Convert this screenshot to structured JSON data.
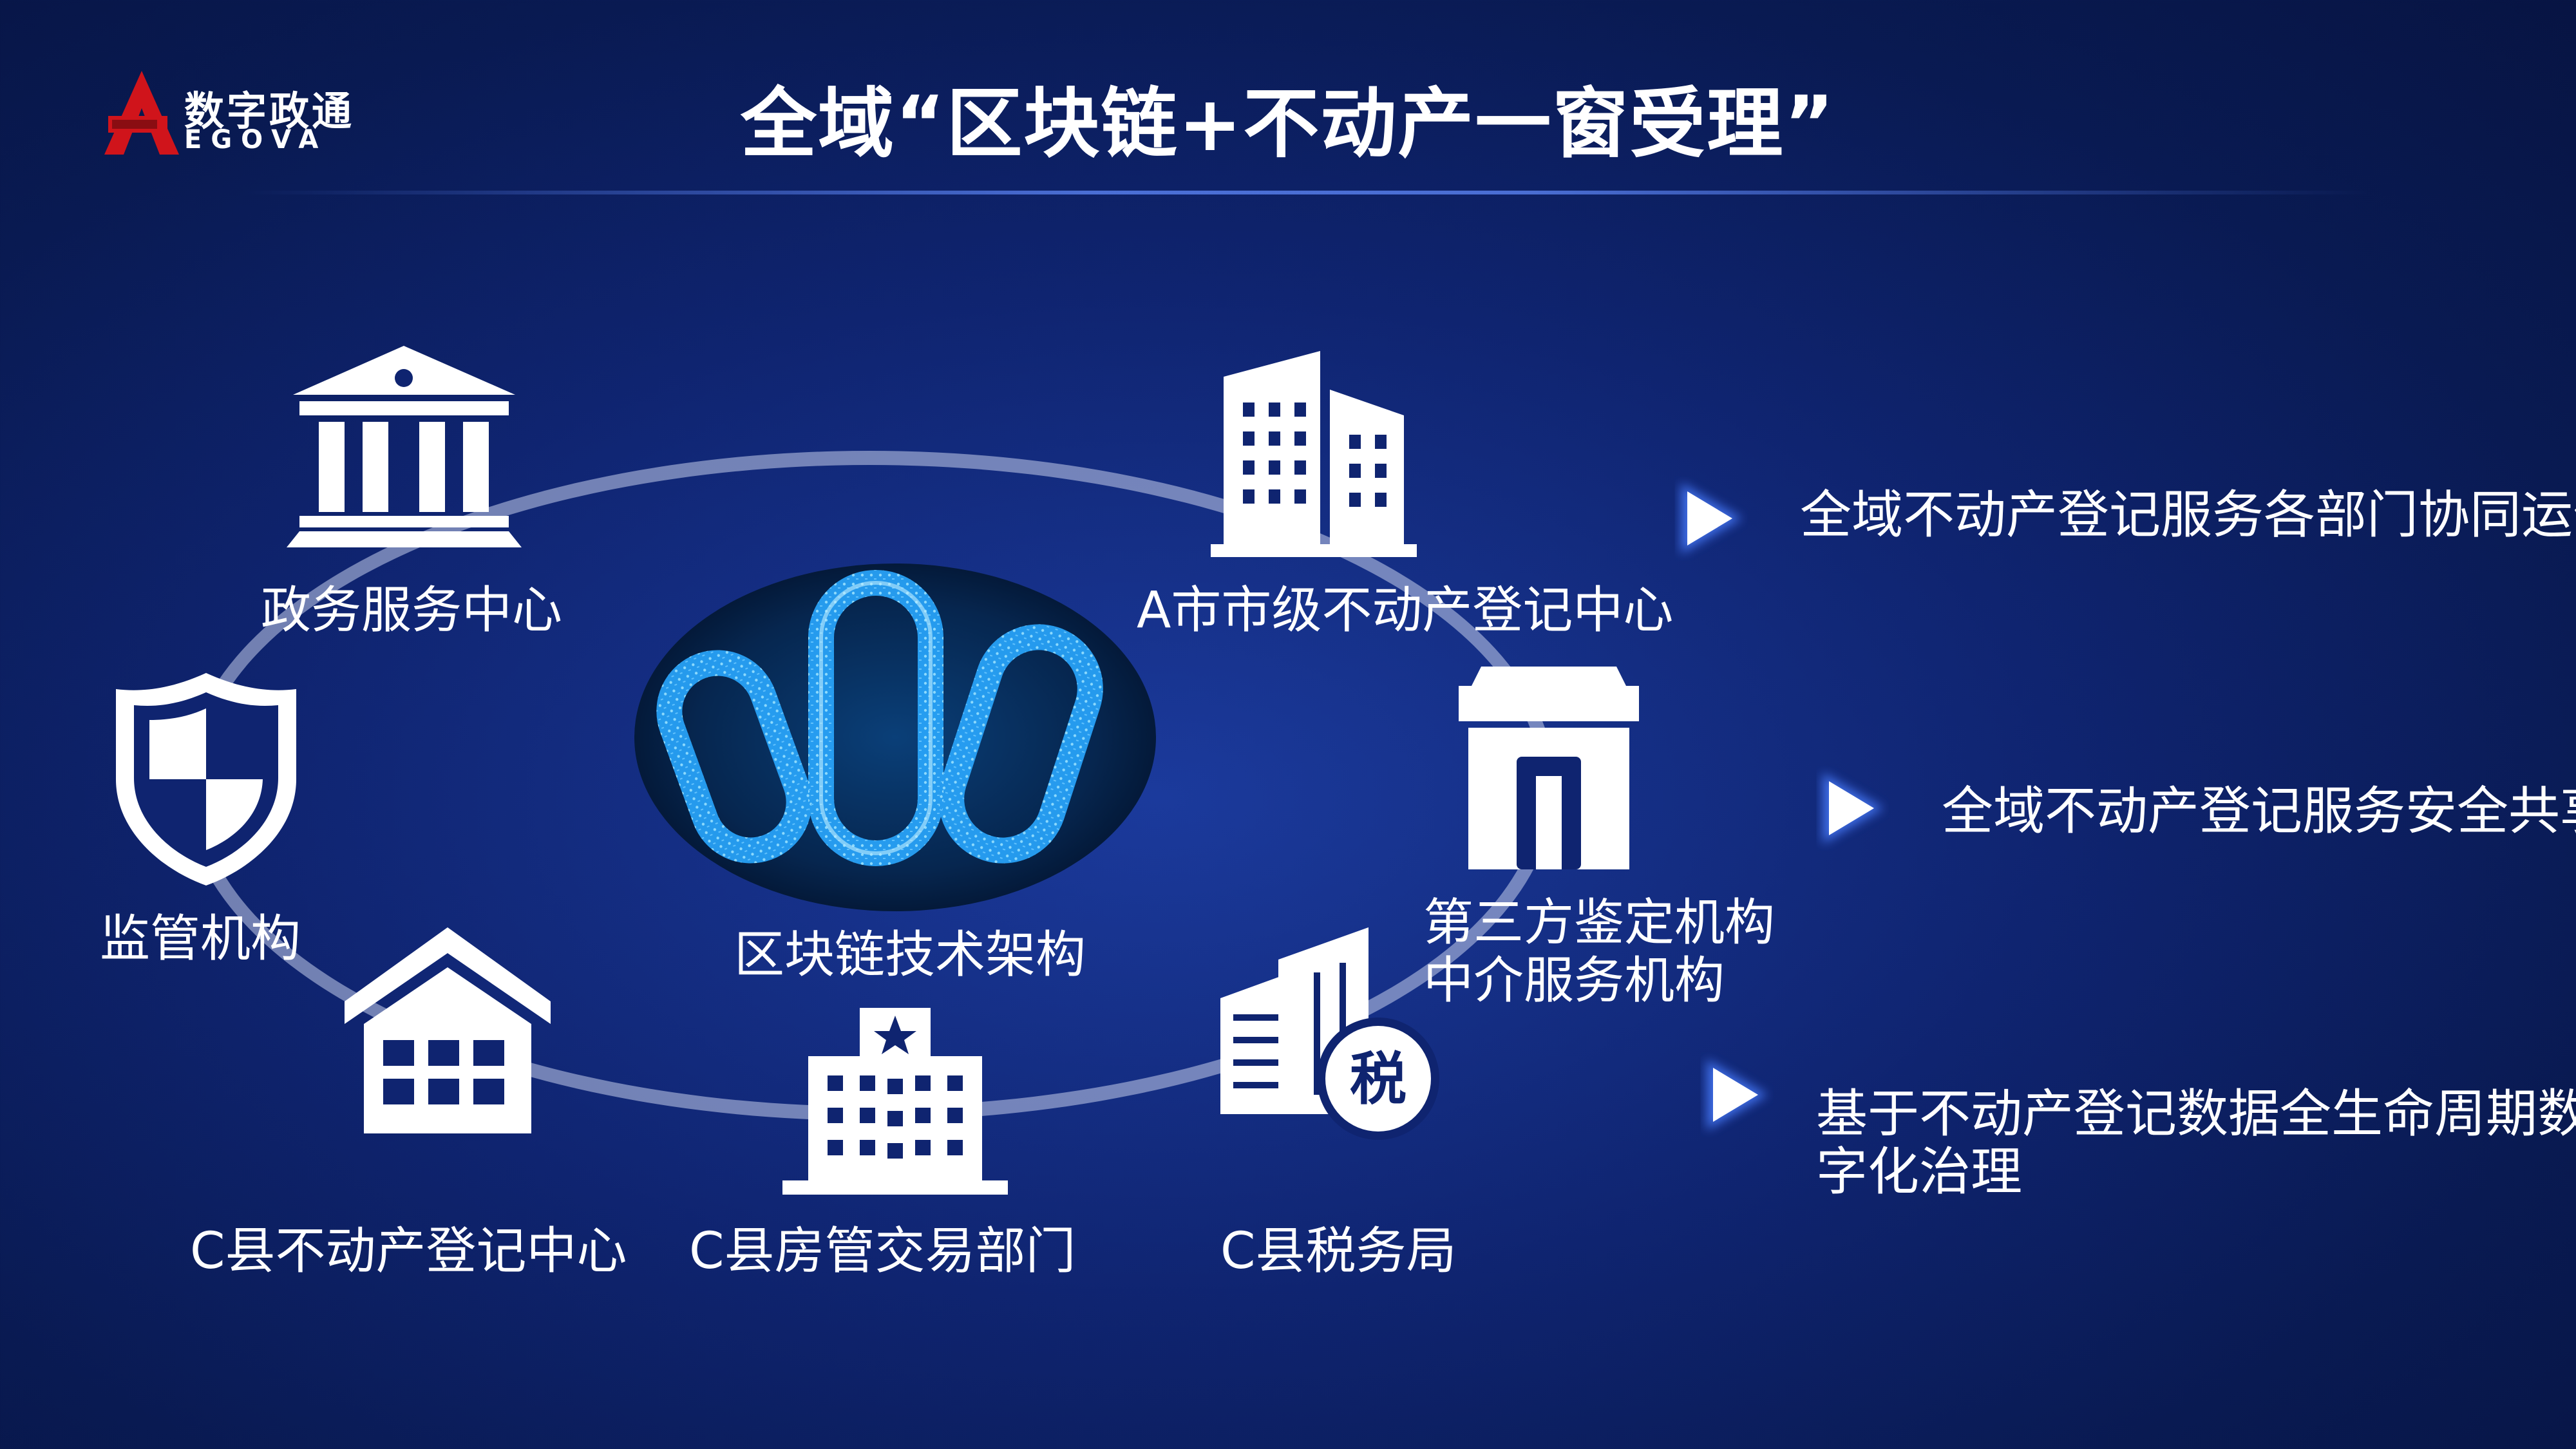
{
  "header": {
    "logo_cn": "数字政通",
    "logo_en": "EGOVA",
    "title": "全域“区块链+不动产一窗受理”"
  },
  "center": {
    "label": "区块链技术架构"
  },
  "nodes": [
    {
      "id": "gov",
      "label": "政务服务中心",
      "icon": "government-building-icon"
    },
    {
      "id": "city",
      "label": "A市市级不动产登记中心",
      "icon": "office-towers-icon"
    },
    {
      "id": "supervisor",
      "label": "监管机构",
      "icon": "shield-icon"
    },
    {
      "id": "third",
      "label_line1": "第三方鉴定机构",
      "label_line2": "中介服务机构",
      "icon": "gateway-building-icon"
    },
    {
      "id": "county-reg",
      "label": "C县不动产登记中心",
      "icon": "house-icon"
    },
    {
      "id": "housing",
      "label": "C县房管交易部门",
      "icon": "star-office-icon"
    },
    {
      "id": "tax",
      "label": "C县税务局",
      "icon": "tax-building-icon",
      "badge": "税"
    }
  ],
  "benefits": [
    {
      "text": "全域不动产登记服务各部门协同运作"
    },
    {
      "text": "全域不动产登记服务安全共享"
    },
    {
      "line1": "基于不动产登记数据全生命周期数",
      "line2": "字化治理"
    }
  ],
  "colors": {
    "background": "#0f2470",
    "accent": "#ffffff",
    "logo_red": "#d0141b",
    "chain_blue": "#2aa8ff"
  }
}
